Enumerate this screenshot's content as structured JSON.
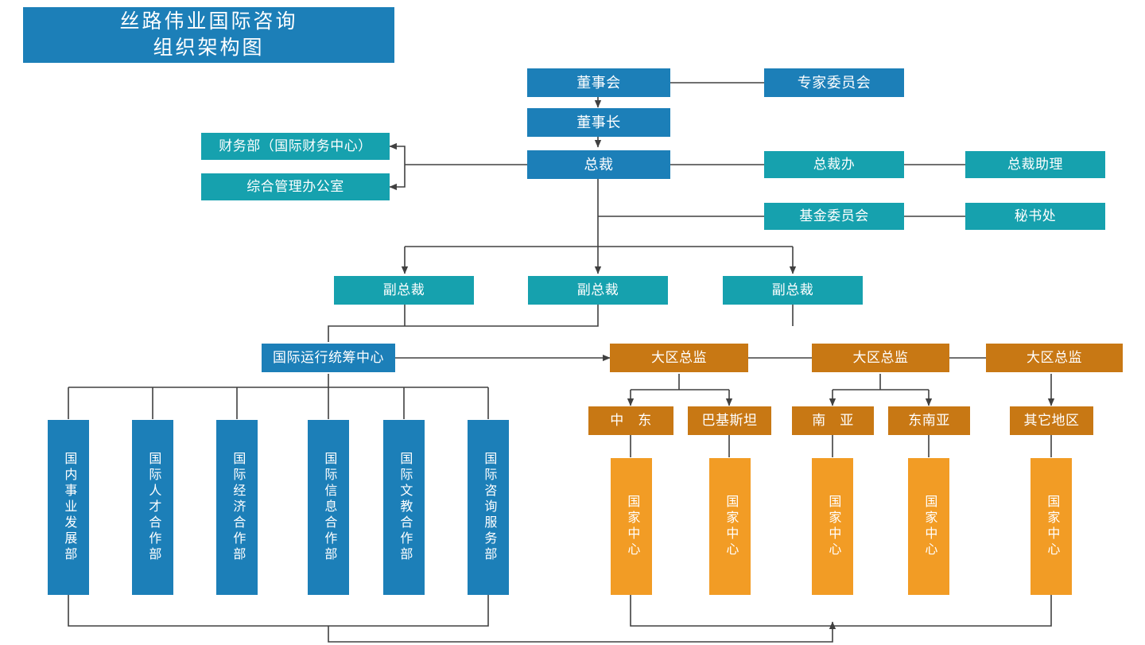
{
  "title": {
    "line1": "丝路伟业国际咨询",
    "line2": "组织架构图",
    "full": "丝路伟业国际咨询\n组织架构图"
  },
  "colors": {
    "blue": "#1C7FB8",
    "teal": "#16A1AE",
    "dark_orange": "#C87814",
    "light_orange": "#F29C25",
    "line": "#404040",
    "background": "#FFFFFF",
    "text": "#FFFFFF"
  },
  "chart_data": {
    "type": "diagram",
    "title": "丝路伟业国际咨询组织架构图",
    "nodes": [
      {
        "id": "board",
        "label": "董事会",
        "color": "blue",
        "level": 0
      },
      {
        "id": "expert",
        "label": "专家委员会",
        "color": "blue",
        "level": 0
      },
      {
        "id": "chairman",
        "label": "董事长",
        "color": "blue",
        "level": 1
      },
      {
        "id": "president",
        "label": "总裁",
        "color": "blue",
        "level": 2
      },
      {
        "id": "finance",
        "label": "财务部（国际财务中心）",
        "color": "teal",
        "level": 2
      },
      {
        "id": "admin",
        "label": "综合管理办公室",
        "color": "teal",
        "level": 2
      },
      {
        "id": "pres_office",
        "label": "总裁办",
        "color": "teal",
        "level": 2
      },
      {
        "id": "pres_asst",
        "label": "总裁助理",
        "color": "teal",
        "level": 2
      },
      {
        "id": "fund_cmte",
        "label": "基金委员会",
        "color": "teal",
        "level": 2
      },
      {
        "id": "secretariat",
        "label": "秘书处",
        "color": "teal",
        "level": 2
      },
      {
        "id": "vp1",
        "label": "副总裁",
        "color": "teal",
        "level": 3
      },
      {
        "id": "vp2",
        "label": "副总裁",
        "color": "teal",
        "level": 3
      },
      {
        "id": "vp3",
        "label": "副总裁",
        "color": "teal",
        "level": 3
      },
      {
        "id": "intl_ops",
        "label": "国际运行统筹中心",
        "color": "blue",
        "level": 4
      },
      {
        "id": "rd1",
        "label": "大区总监",
        "color": "dark_orange",
        "level": 4
      },
      {
        "id": "rd2",
        "label": "大区总监",
        "color": "dark_orange",
        "level": 4
      },
      {
        "id": "rd3",
        "label": "大区总监",
        "color": "dark_orange",
        "level": 4
      },
      {
        "id": "mideast",
        "label": "中　东",
        "color": "dark_orange",
        "level": 5
      },
      {
        "id": "pakistan",
        "label": "巴基斯坦",
        "color": "dark_orange",
        "level": 5
      },
      {
        "id": "southasia",
        "label": "南　亚",
        "color": "dark_orange",
        "level": 5
      },
      {
        "id": "seasia",
        "label": "东南亚",
        "color": "dark_orange",
        "level": 5
      },
      {
        "id": "otherregion",
        "label": "其它地区",
        "color": "dark_orange",
        "level": 5
      },
      {
        "id": "dept1",
        "label": "国内事业发展部",
        "color": "blue",
        "level": 6
      },
      {
        "id": "dept2",
        "label": "国际人才合作部",
        "color": "blue",
        "level": 6
      },
      {
        "id": "dept3",
        "label": "国际经济合作部",
        "color": "blue",
        "level": 6
      },
      {
        "id": "dept4",
        "label": "国际信息合作部",
        "color": "blue",
        "level": 6
      },
      {
        "id": "dept5",
        "label": "国际文教合作部",
        "color": "blue",
        "level": 6
      },
      {
        "id": "dept6",
        "label": "国际咨询服务部",
        "color": "blue",
        "level": 6
      },
      {
        "id": "center1",
        "label": "国家中心",
        "color": "light_orange",
        "level": 6
      },
      {
        "id": "center2",
        "label": "国家中心",
        "color": "light_orange",
        "level": 6
      },
      {
        "id": "center3",
        "label": "国家中心",
        "color": "light_orange",
        "level": 6
      },
      {
        "id": "center4",
        "label": "国家中心",
        "color": "light_orange",
        "level": 6
      },
      {
        "id": "center5",
        "label": "国家中心",
        "color": "light_orange",
        "level": 6
      }
    ],
    "edges": [
      {
        "from": "board",
        "to": "expert",
        "style": "plain"
      },
      {
        "from": "board",
        "to": "chairman",
        "style": "arrow"
      },
      {
        "from": "chairman",
        "to": "president",
        "style": "arrow"
      },
      {
        "from": "president",
        "to": "finance",
        "style": "arrow"
      },
      {
        "from": "president",
        "to": "admin",
        "style": "arrow"
      },
      {
        "from": "president",
        "to": "pres_office",
        "style": "plain"
      },
      {
        "from": "pres_office",
        "to": "pres_asst",
        "style": "plain"
      },
      {
        "from": "president",
        "to": "fund_cmte",
        "style": "plain"
      },
      {
        "from": "fund_cmte",
        "to": "secretariat",
        "style": "plain"
      },
      {
        "from": "president",
        "to": "vp1",
        "style": "arrow"
      },
      {
        "from": "president",
        "to": "vp2",
        "style": "arrow"
      },
      {
        "from": "president",
        "to": "vp3",
        "style": "arrow"
      },
      {
        "from": "vp2",
        "to": "intl_ops",
        "style": "plain"
      },
      {
        "from": "intl_ops",
        "to": "rd1",
        "style": "arrow"
      },
      {
        "from": "rd1",
        "to": "rd2",
        "style": "plain"
      },
      {
        "from": "rd2",
        "to": "rd3",
        "style": "plain"
      },
      {
        "from": "rd1",
        "to": "mideast",
        "style": "arrow"
      },
      {
        "from": "rd1",
        "to": "pakistan",
        "style": "arrow"
      },
      {
        "from": "rd2",
        "to": "southasia",
        "style": "arrow"
      },
      {
        "from": "rd2",
        "to": "seasia",
        "style": "arrow"
      },
      {
        "from": "rd3",
        "to": "otherregion",
        "style": "arrow"
      },
      {
        "from": "mideast",
        "to": "center1",
        "style": "plain"
      },
      {
        "from": "pakistan",
        "to": "center2",
        "style": "plain"
      },
      {
        "from": "southasia",
        "to": "center3",
        "style": "plain"
      },
      {
        "from": "seasia",
        "to": "center4",
        "style": "plain"
      },
      {
        "from": "otherregion",
        "to": "center5",
        "style": "plain"
      },
      {
        "from": "intl_ops",
        "to": "dept1",
        "style": "plain"
      },
      {
        "from": "intl_ops",
        "to": "dept2",
        "style": "plain"
      },
      {
        "from": "intl_ops",
        "to": "dept3",
        "style": "plain"
      },
      {
        "from": "intl_ops",
        "to": "dept4",
        "style": "plain"
      },
      {
        "from": "intl_ops",
        "to": "dept5",
        "style": "plain"
      },
      {
        "from": "intl_ops",
        "to": "dept6",
        "style": "plain"
      },
      {
        "from": "departments_bus",
        "to": "centers_bus",
        "style": "arrow"
      }
    ]
  },
  "nodes": {
    "board": "董事会",
    "expert": "专家委员会",
    "chairman": "董事长",
    "president": "总裁",
    "finance": "财务部（国际财务中心）",
    "admin": "综合管理办公室",
    "pres_office": "总裁办",
    "pres_asst": "总裁助理",
    "fund_cmte": "基金委员会",
    "secretariat": "秘书处",
    "vp1": "副总裁",
    "vp2": "副总裁",
    "vp3": "副总裁",
    "intl_ops": "国际运行统筹中心",
    "rd1": "大区总监",
    "rd2": "大区总监",
    "rd3": "大区总监",
    "mideast": "中　东",
    "pakistan": "巴基斯坦",
    "southasia": "南　亚",
    "seasia": "东南亚",
    "otherregion": "其它地区",
    "dept1": "国内事业发展部",
    "dept2": "国际人才合作部",
    "dept3": "国际经济合作部",
    "dept4": "国际信息合作部",
    "dept5": "国际文教合作部",
    "dept6": "国际咨询服务部",
    "center1": "国家中心",
    "center2": "国家中心",
    "center3": "国家中心",
    "center4": "国家中心",
    "center5": "国家中心"
  }
}
